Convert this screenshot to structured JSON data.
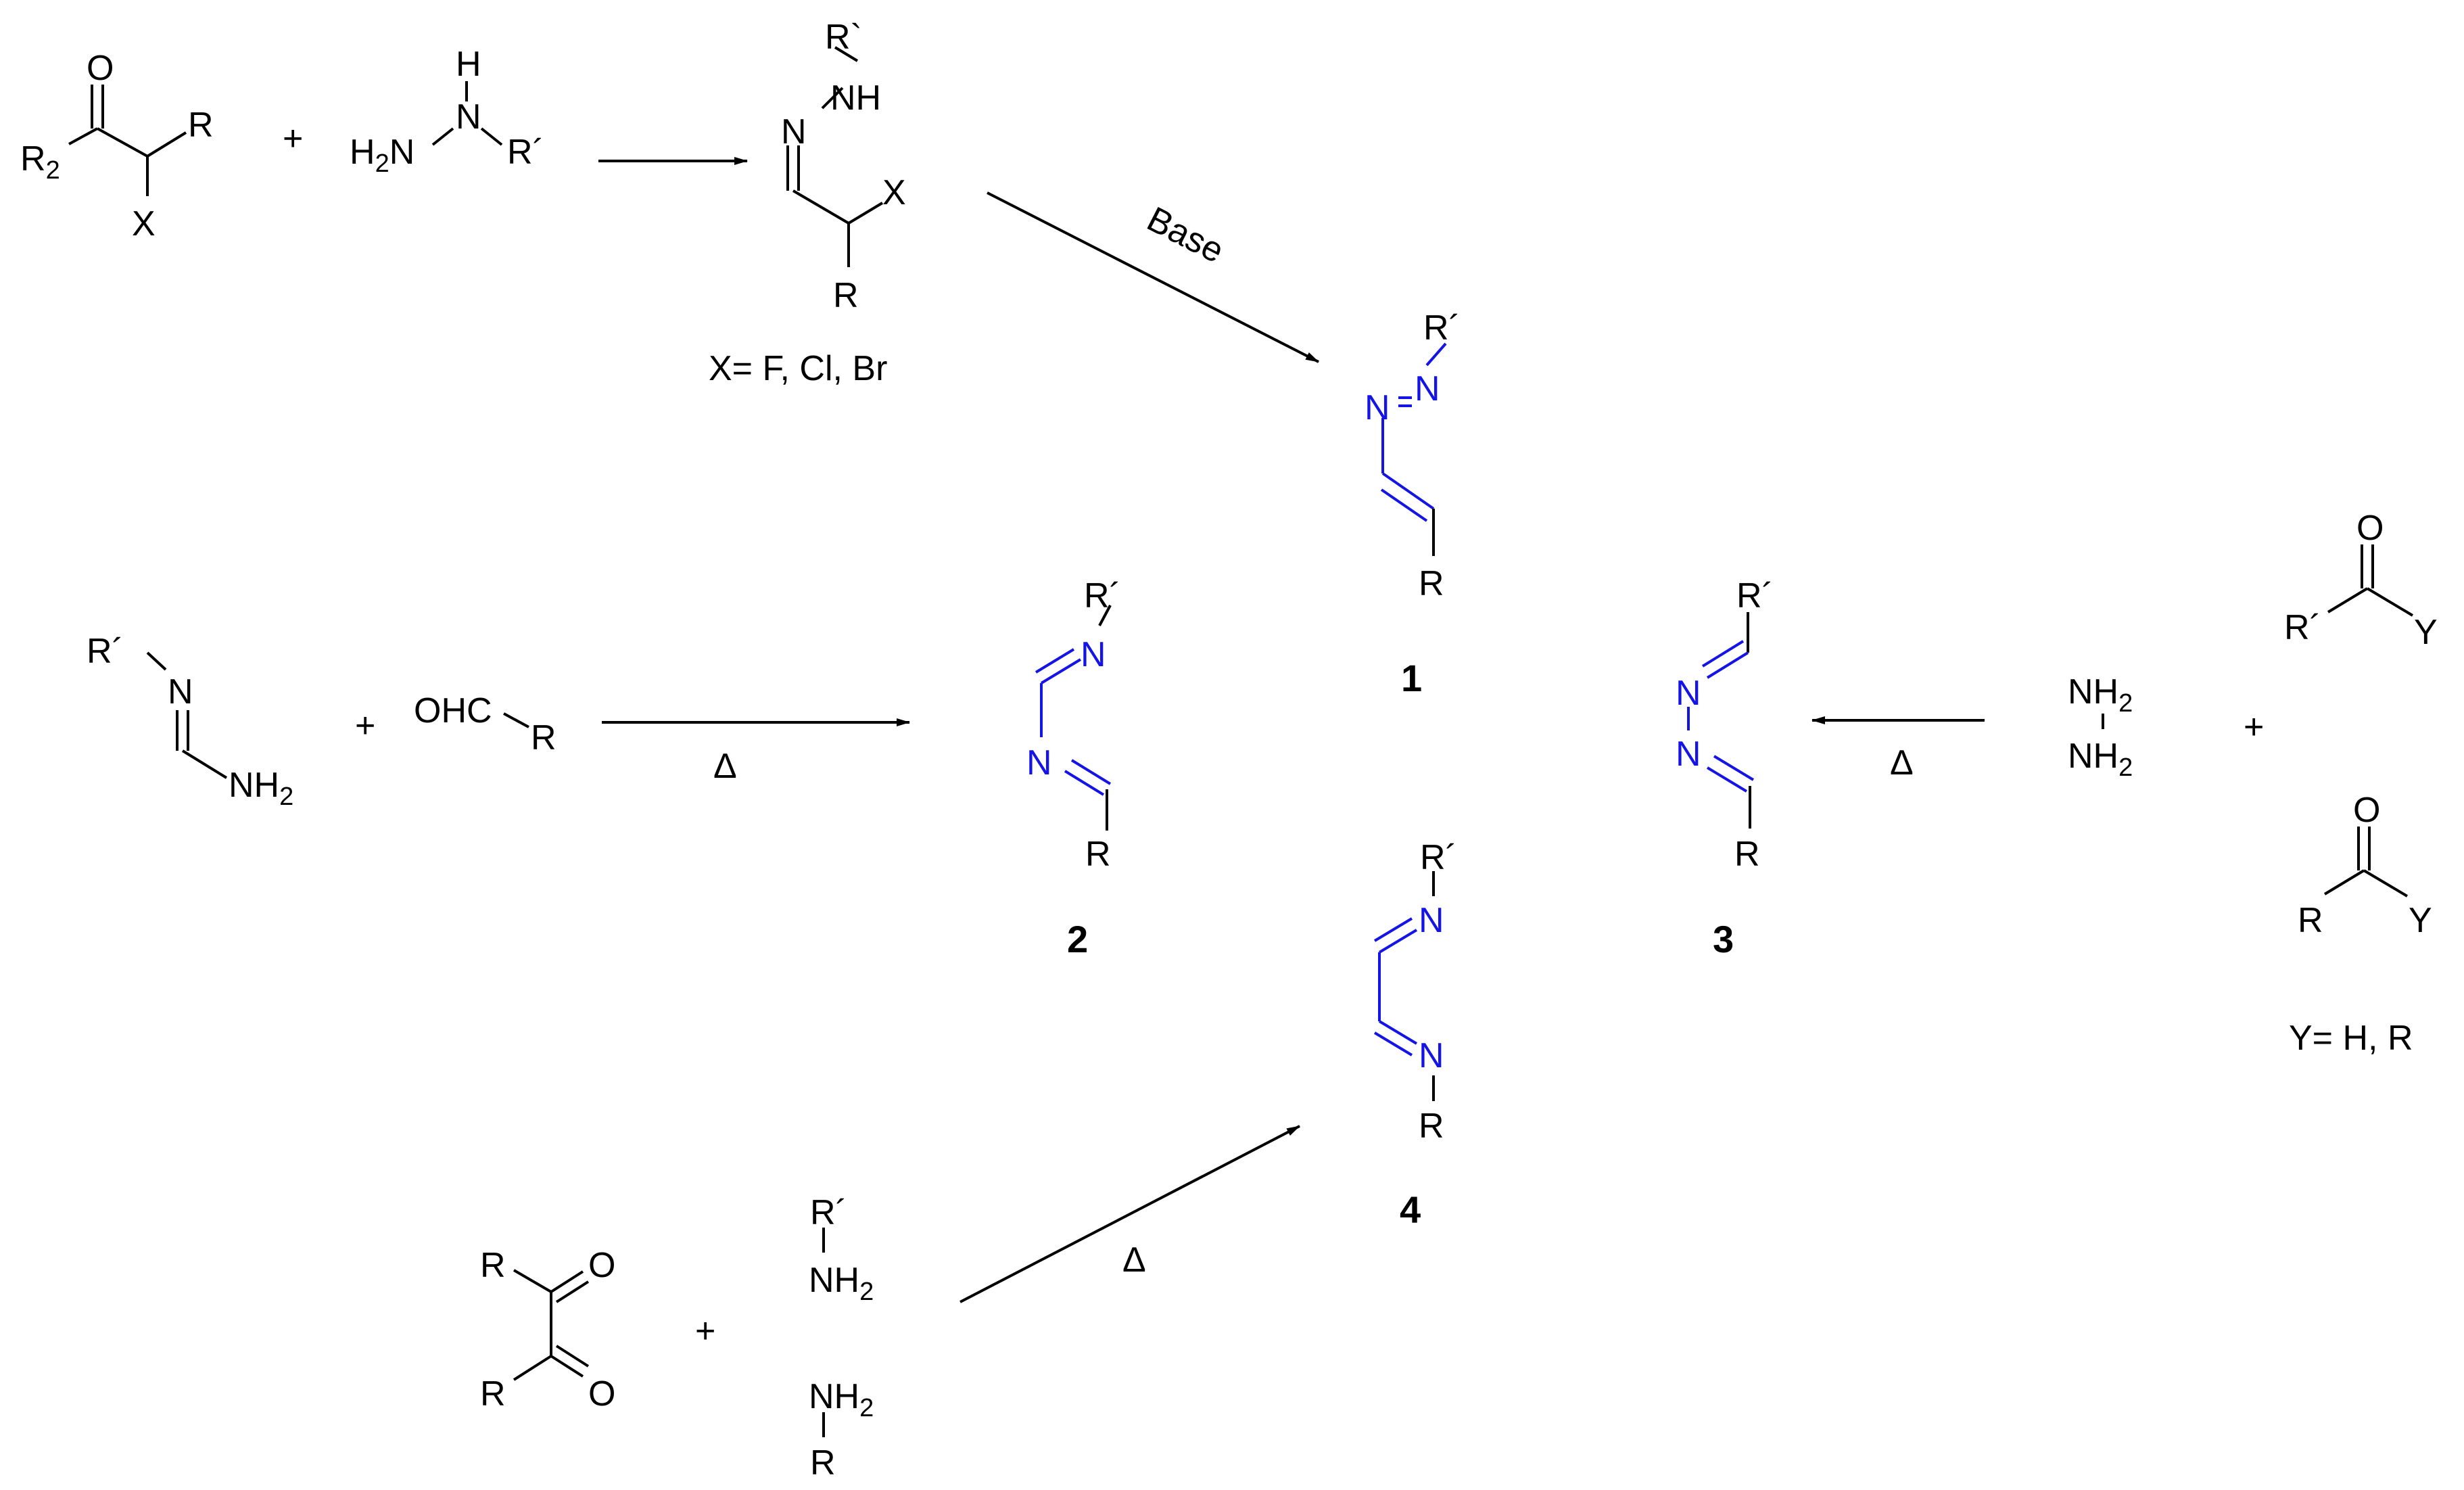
{
  "colors": {
    "ink": "#000000",
    "highlight": "#1414e6"
  },
  "atoms": {
    "O": "O",
    "R": "R",
    "R2": "R",
    "two": "2",
    "X": "X",
    "H": "H",
    "N": "N",
    "NH": "NH",
    "H2": "H",
    "NH2": "NH",
    "Rp": "R´",
    "Rg": "R`",
    "OHC": "OHC",
    "Y": "Y"
  },
  "labels": {
    "plus": "+",
    "base": "Base",
    "delta": "Δ",
    "x_def": "X= F, Cl, Br",
    "y_def": "Y= H, R",
    "c1": "1",
    "c2": "2",
    "c3": "3",
    "c4": "4"
  }
}
